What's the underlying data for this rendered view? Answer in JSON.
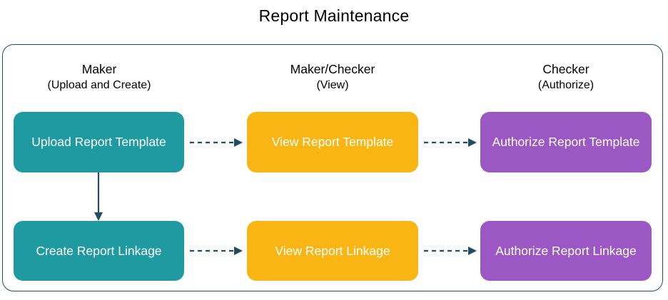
{
  "title": "Report Maintenance",
  "colors": {
    "maker": "#1E9AA0",
    "maker_checker": "#F8B514",
    "checker": "#9B57C3",
    "frame": "#1F4E63",
    "arrow": "#1F4E63",
    "title_text": "#000000",
    "node_text": "#FFFFFF",
    "background": "#FFFFFF"
  },
  "columns": [
    {
      "role": "Maker",
      "scope": "(Upload and Create)"
    },
    {
      "role": "Maker/Checker",
      "scope": "(View)"
    },
    {
      "role": "Checker",
      "scope": "(Authorize)"
    }
  ],
  "rows": [
    {
      "nodes": [
        {
          "label": "Upload Report Template"
        },
        {
          "label": "View Report Template"
        },
        {
          "label": "Authorize Report Template"
        }
      ]
    },
    {
      "nodes": [
        {
          "label": "Create Report Linkage"
        },
        {
          "label": "View Report Linkage"
        },
        {
          "label": "Authorize Report Linkage"
        }
      ]
    }
  ],
  "connectors": [
    {
      "name": "upload-template-to-view-template",
      "style": "dashed",
      "direction": "right"
    },
    {
      "name": "view-template-to-authorize-template",
      "style": "dashed",
      "direction": "right"
    },
    {
      "name": "upload-template-to-create-linkage",
      "style": "solid",
      "direction": "down"
    },
    {
      "name": "create-linkage-to-view-linkage",
      "style": "dashed",
      "direction": "right"
    },
    {
      "name": "view-linkage-to-authorize-linkage",
      "style": "dashed",
      "direction": "right"
    }
  ]
}
